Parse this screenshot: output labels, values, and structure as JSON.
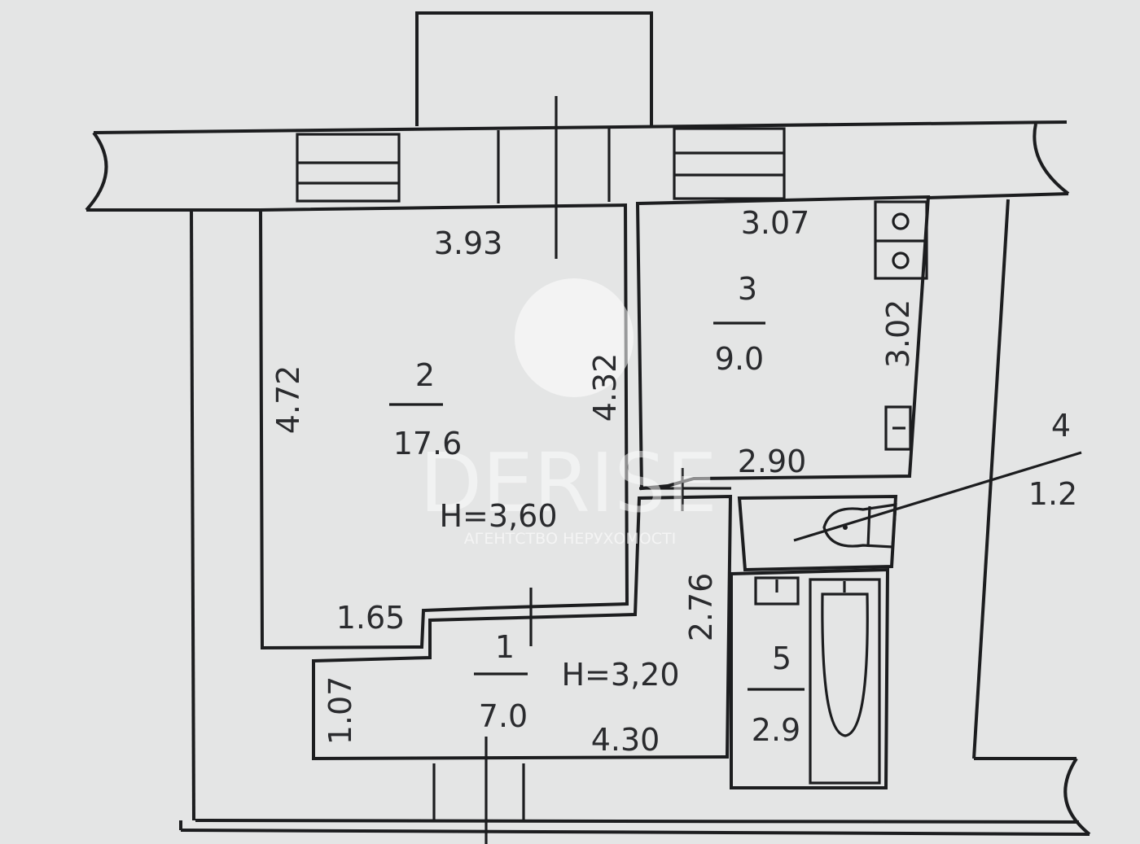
{
  "rooms": [
    {
      "number": "1",
      "area": "7.0",
      "height": "H=3,20"
    },
    {
      "number": "2",
      "area": "17.6",
      "height": "H=3,60"
    },
    {
      "number": "3",
      "area": "9.0"
    },
    {
      "number": "4",
      "area": "1.2"
    },
    {
      "number": "5",
      "area": "2.9"
    }
  ],
  "dimensions": {
    "room1_length": "4.30",
    "room1_width": "1.07",
    "room1_side": "2.76",
    "room2_width": "3.93",
    "room2_left": "4.72",
    "room2_right": "4.32",
    "room2_step": "1.65",
    "room3_width_top": "3.07",
    "room3_width_bottom": "2.90",
    "room3_depth": "3.02"
  },
  "watermark": {
    "brand": "DERISE",
    "subtitle": "АГЕНТСТВО НЕРУХОМОСТІ"
  }
}
